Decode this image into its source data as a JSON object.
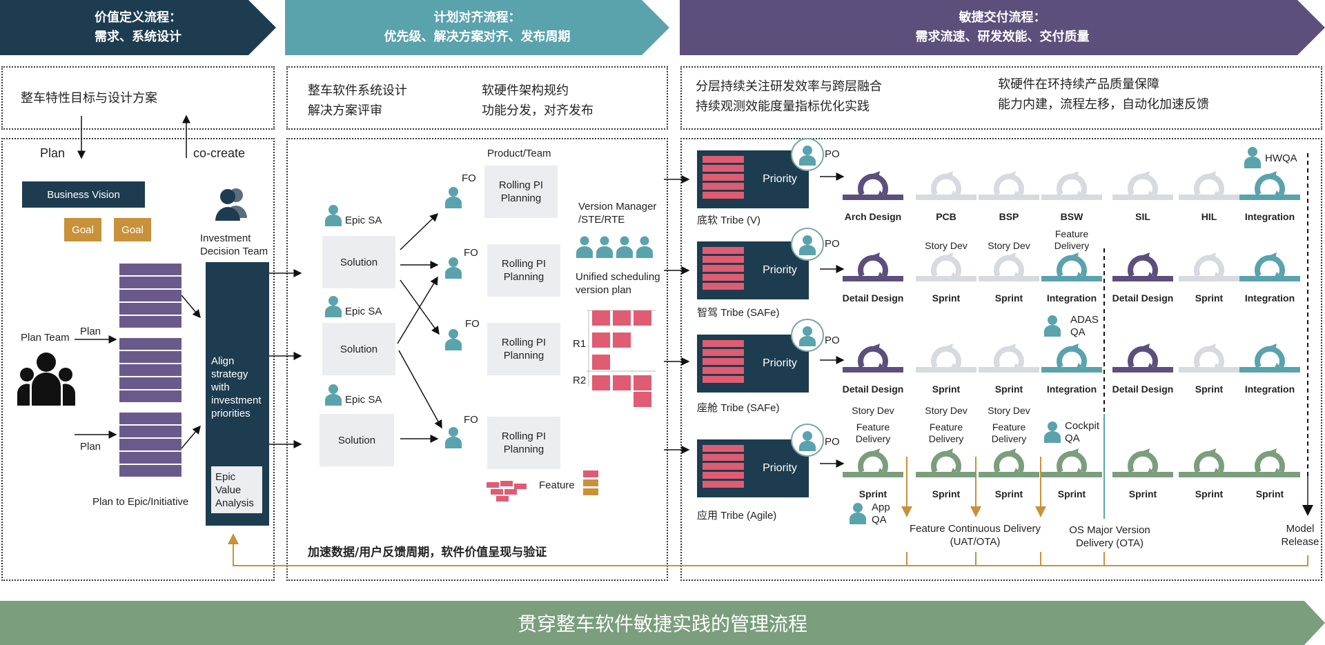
{
  "headers": [
    {
      "line1": "价值定义流程：",
      "line2": "需求、系统设计",
      "color": "#1d3c4f"
    },
    {
      "line1": "计划对齐流程：",
      "line2": "优先级、解决方案对齐、发布周期",
      "color": "#5aa3ad"
    },
    {
      "line1": "敏捷交付流程：",
      "line2": "需求流速、研发效能、交付质量",
      "color": "#5d4f7b"
    }
  ],
  "summary": {
    "col1": "整车特性目标与设计方案",
    "col2_l1": "整车软件系统设计",
    "col2_l2": "解决方案评审",
    "col2_r1": "软硬件架构规约",
    "col2_r2": "功能分发，对齐发布",
    "col3_l1": "分层持续关注研发效率与跨层融合",
    "col3_l2": "持续观测效能度量指标优化实践",
    "col3_r1": "软硬件在环持续产品质量保障",
    "col3_r2": "能力内建，流程左移，自动化加速反馈"
  },
  "left": {
    "plan": "Plan",
    "cocreate": "co-create",
    "business_vision": "Business Vision",
    "goal1": "Goal",
    "goal2": "Goal",
    "investment_team": "Investment\nDecision Team",
    "plan_team": "Plan Team",
    "plan_a": "Plan",
    "plan_b": "Plan",
    "align": "Align\nstrategy\nwith\ninvestment\npriorities",
    "epic_value": "Epic\nValue\nAnalysis",
    "plan_to_epic": "Plan to Epic/Initiative"
  },
  "mid": {
    "product_team": "Product/Team",
    "epic_sa1": "Epic SA",
    "epic_sa2": "Epic SA",
    "epic_sa3": "Epic SA",
    "solution1": "Solution",
    "solution2": "Solution",
    "solution3": "Solution",
    "fo1": "FO",
    "fo2": "FO",
    "fo3": "FO",
    "fo4": "FO",
    "rp1": "Rolling PI\nPlanning",
    "rp2": "Rolling PI\nPlanning",
    "rp3": "Rolling PI\nPlanning",
    "rp4": "Rolling PI\nPlanning",
    "version_manager": "Version Manager\n/STE/RTE",
    "unified": "Unified scheduling\nversion plan",
    "r1": "R1",
    "r2": "R2",
    "feature": "Feature",
    "bottom_note": "加速数据/用户反馈周期，软件价值呈现与验证"
  },
  "right": {
    "priority": "Priority",
    "po": "PO",
    "tribes": [
      "底软 Tribe (V)",
      "智驾 Tribe (SAFe)",
      "座舱 Tribe (SAFe)",
      "应用 Tribe (Agile)"
    ],
    "row1": [
      "Arch Design",
      "PCB",
      "BSP",
      "BSW",
      "SIL",
      "HIL",
      "Integration"
    ],
    "row2": [
      "Detail Design",
      "Sprint",
      "Sprint",
      "Integration",
      "Detail Design",
      "Sprint",
      "Integration"
    ],
    "row3": [
      "Detail Design",
      "Sprint",
      "Sprint",
      "Integration",
      "Detail Design",
      "Sprint",
      "Integration"
    ],
    "row4": [
      "Sprint",
      "Sprint",
      "Sprint",
      "Sprint",
      "Sprint",
      "Sprint",
      "Sprint"
    ],
    "hwqa": "HWQA",
    "story_dev_a": "Story Dev",
    "story_dev_b": "Story Dev",
    "feature_delivery_top": "Feature\nDelivery",
    "adas_qa": "ADAS\nQA",
    "sd4_1": "Story Dev",
    "sd4_2": "Story Dev",
    "sd4_3": "Story Dev",
    "fd4_1": "Feature\nDelivery",
    "fd4_2": "Feature\nDelivery",
    "fd4_3": "Feature\nDelivery",
    "cockpit_qa": "Cockpit\nQA",
    "app_qa": "App\nQA",
    "fcd": "Feature Continuous Delivery\n(UAT/OTA)",
    "osmv": "OS Major Version\nDelivery (OTA)",
    "model_release": "Model\nRelease"
  },
  "banner": "贯穿整车软件敏捷实践的管理流程",
  "colors": {
    "navy": "#1d3c4f",
    "teal": "#5aa3ad",
    "purple": "#5d4f7b",
    "green": "#7b9e7d",
    "orange": "#c8913a",
    "pink": "#e05c72",
    "barpurple": "#6a5a8c"
  }
}
